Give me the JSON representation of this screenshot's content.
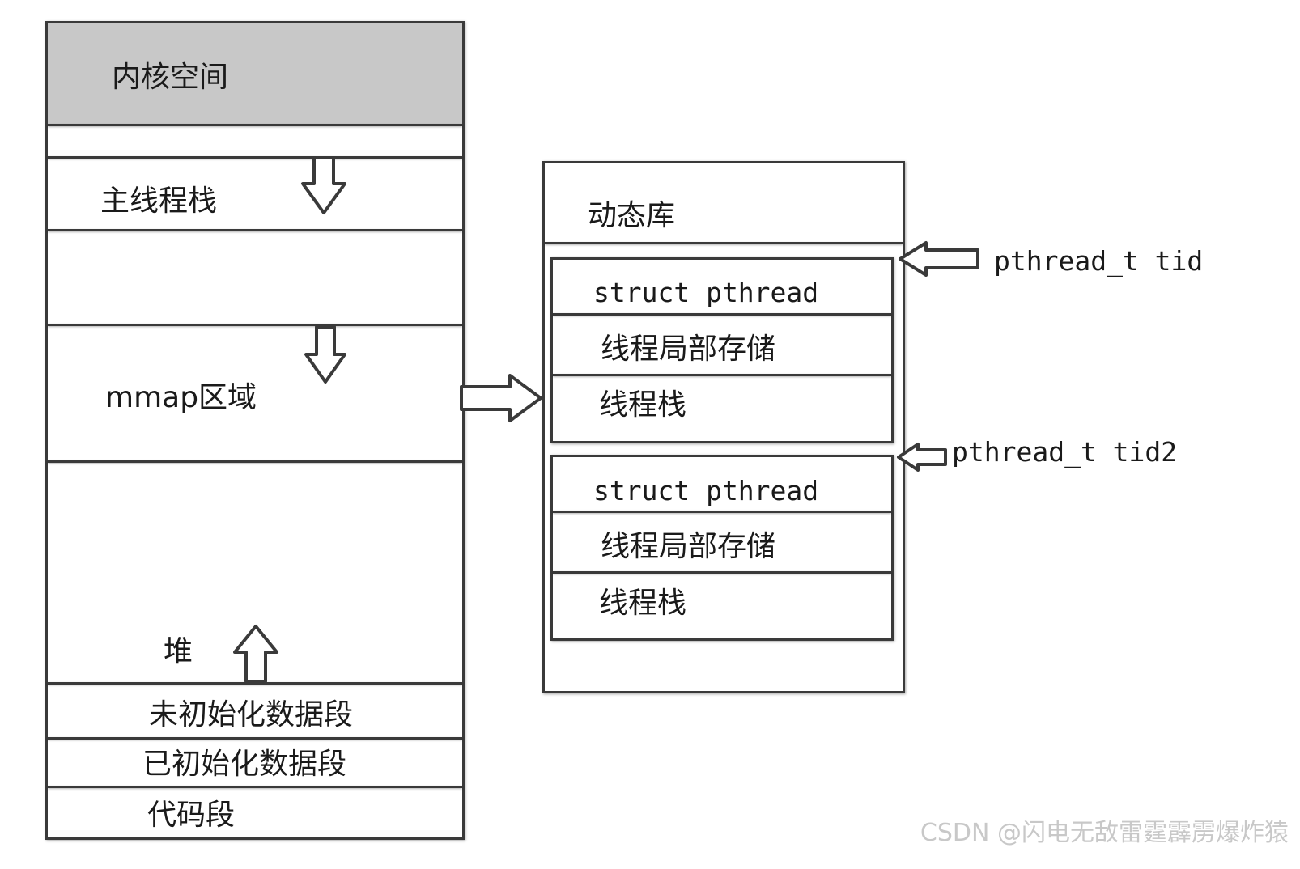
{
  "memory_layout": {
    "kernel_space": "内核空间",
    "main_thread_stack": "主线程栈",
    "mmap_region": "mmap区域",
    "heap": "堆",
    "bss_segment": "未初始化数据段",
    "data_segment": "已初始化数据段",
    "code_segment": "代码段"
  },
  "dynamic_library": {
    "title": "动态库",
    "threads": [
      {
        "struct_label": "struct pthread",
        "tls_label": "线程局部存储",
        "stack_label": "线程栈",
        "pointer_label": "pthread_t tid"
      },
      {
        "struct_label": "struct pthread",
        "tls_label": "线程局部存储",
        "stack_label": "线程栈",
        "pointer_label": "pthread_t tid2"
      }
    ]
  },
  "watermark": "CSDN @闪电无敌雷霆霹雳爆炸猿",
  "colors": {
    "kernel_fill": "#c8c8c8",
    "line": "#3a3a3a"
  }
}
